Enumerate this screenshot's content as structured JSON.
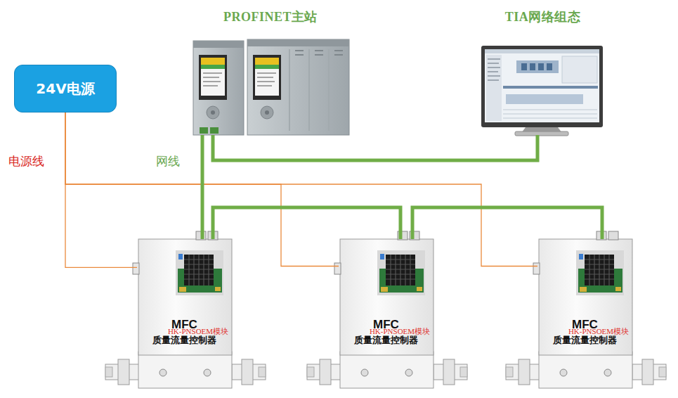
{
  "diagram": {
    "nodes": [
      {
        "text": [
          "24V电源"
        ]
      },
      {
        "text": [
          "PROFINET主站"
        ]
      },
      {
        "text": [
          "TIA网络组态"
        ]
      },
      {
        "text": [
          "MFC",
          "质量流量控制器"
        ]
      },
      {
        "text": [
          "HK-PNSOEM模块"
        ],
        "in": 3
      },
      {
        "text": [
          "MFC",
          "质量流量控制器"
        ]
      },
      {
        "text": [
          "HK-PNSOEM模块"
        ],
        "in": 5
      },
      {
        "text": [
          "MFC",
          "质量流量控制器"
        ]
      },
      {
        "text": [
          "HK-PNSOEM模块"
        ],
        "in": 7
      }
    ],
    "edges": [
      {
        "from": 0,
        "to": 3,
        "arrow": "none"
      },
      {
        "from": 0,
        "to": 5,
        "arrow": "none"
      },
      {
        "from": 0,
        "to": 7,
        "arrow": "none"
      },
      {
        "from": 1,
        "to": 2,
        "arrow": "none"
      },
      {
        "from": 1,
        "to": 3,
        "arrow": "none"
      },
      {
        "from": 3,
        "to": 5,
        "arrow": "none"
      },
      {
        "from": 5,
        "to": 7,
        "arrow": "none"
      }
    ],
    "labels": [
      "电源线",
      "网线"
    ]
  }
}
